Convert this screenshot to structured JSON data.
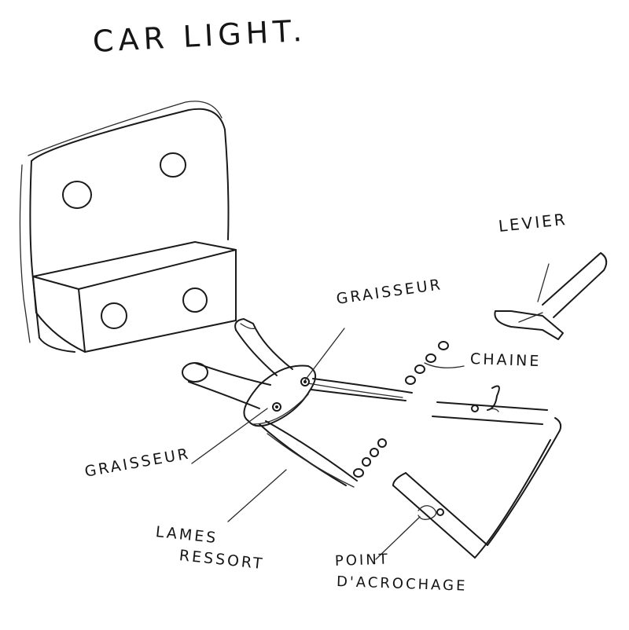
{
  "title": "CAR LIGHT.",
  "labels": {
    "levier": "LEVIER",
    "graisseur_top": "GRAISSEUR",
    "chaine": "CHAINE",
    "graisseur_left": "GRAISSEUR",
    "lames_line1": "LAMES",
    "lames_line2": "RESSORT",
    "point_line1": "POINT",
    "point_line2": "D'ACROCHAGE"
  },
  "style": {
    "ink": "#1a1a1a",
    "paper": "#ffffff"
  }
}
